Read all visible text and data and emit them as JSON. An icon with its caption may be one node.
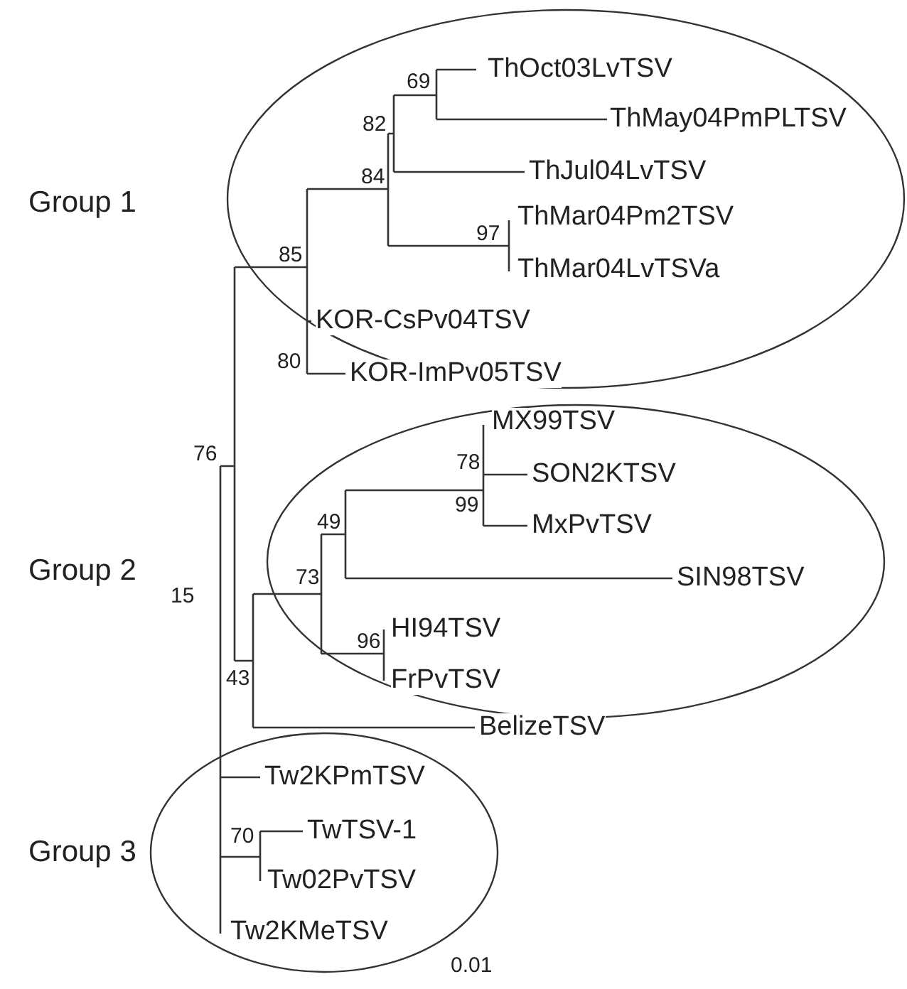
{
  "diagram": {
    "nodes": [
      {
        "text": [
          "Group 1"
        ]
      },
      {
        "text": [
          "ThOct03LvTSV"
        ],
        "in": 0
      },
      {
        "text": [
          "ThMay04PmPLTSV"
        ],
        "in": 0
      },
      {
        "text": [
          "ThJul04LvTSV"
        ],
        "in": 0
      },
      {
        "text": [
          "ThMar04Pm2TSV"
        ],
        "in": 0
      },
      {
        "text": [
          "ThMar04LvTSVa"
        ],
        "in": 0
      },
      {
        "text": [
          "KOR-CsPv04TSV"
        ],
        "in": 0
      },
      {
        "text": [
          "KOR-ImPv05TSV"
        ],
        "in": 0
      },
      {
        "text": [
          "Group 2"
        ]
      },
      {
        "text": [
          "MX99TSV"
        ],
        "in": 8
      },
      {
        "text": [
          "SON2KTSV"
        ],
        "in": 8
      },
      {
        "text": [
          "MxPvTSV"
        ],
        "in": 8
      },
      {
        "text": [
          "SIN98TSV"
        ],
        "in": 8
      },
      {
        "text": [
          "HI94TSV"
        ],
        "in": 8
      },
      {
        "text": [
          "FrPvTSV"
        ],
        "in": 8
      },
      {
        "text": [
          "BelizeTSV"
        ]
      },
      {
        "text": [
          "Group 3"
        ]
      },
      {
        "text": [
          "Tw2KPmTSV"
        ],
        "in": 16
      },
      {
        "text": [
          "TwTSV-1"
        ],
        "in": 16
      },
      {
        "text": [
          "Tw02PvTSV"
        ],
        "in": 16
      },
      {
        "text": [
          "Tw2KMeTSV"
        ],
        "in": 16
      }
    ],
    "labels": [
      "69",
      "82",
      "84",
      "97",
      "85",
      "80",
      "76",
      "78",
      "99",
      "49",
      "15",
      "73",
      "96",
      "43",
      "70",
      "0.01"
    ]
  }
}
